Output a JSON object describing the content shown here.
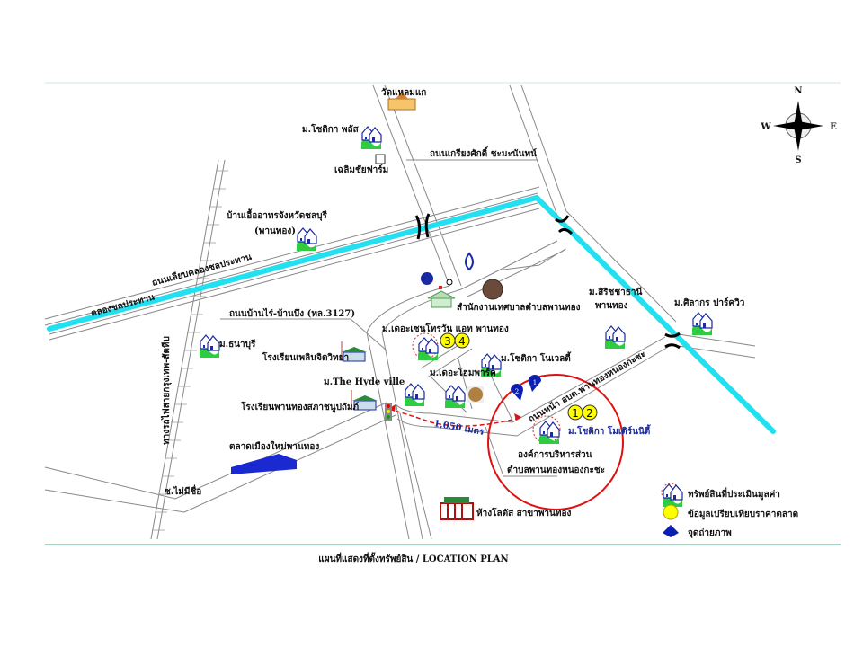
{
  "title": "แผนที่แสดงที่ตั้งทรัพย์สิน / LOCATION PLAN",
  "compass": {
    "n": "N",
    "s": "S",
    "e": "E",
    "w": "W"
  },
  "labels": {
    "wat": "วัดแหลมแก",
    "chotika_plus": "ม.โชติกา พลัส",
    "chalermchai_farm": "เฉลิมชัยฟาร์ม",
    "road_kriangsak": "ถนนเกรียงศักดิ์ ชะมะนันทน์",
    "baan_uea_1": "บ้านเอื้ออาทรจังหวัดชลบุรี",
    "baan_uea_2": "(พานทอง)",
    "road_canal": "ถนนเลียบคลองชลประทาน",
    "canal": "คลองชลประทาน",
    "road_3127": "ถนนบ้านไร่-บ้านบึง (ทล.3127)",
    "municipality": "สำนักงานเทศบาลตำบลพานทอง",
    "sirichatanee_1": "ม.สิริชชาธานี",
    "sirichatanee_2": "พานทอง",
    "silakorn": "ม.ศิลากร ปาร์ควิว",
    "thanaburi": "ม.ธนาบุรี",
    "centro": "ม.เดอะเซนโทรวัน แอท พานทอง",
    "school_1": "โรงเรียนเพลินจิตวิทยา",
    "chotika_novelty": "ม.โชติกา โนเวลตี้",
    "hyde": "ม.The Hyde ville",
    "homepark": "ม.เดอะโฮมพาร์ค",
    "school_2": "โรงเรียนพานทองสภาชนูปถัมภ์",
    "railway": "ทางรถไฟสายกรุงเทพ-สัตหีบ",
    "distance": "1,050 เมตร",
    "road_obt": "ถนนหน้า อบต.พานทองหนองกะชะ",
    "chotika_modern": "ม.โชติกา โมเดิร์นนิตี้",
    "obt_1": "องค์การบริหารส่วน",
    "obt_2": "ตำบลพานทองหนองกะชะ",
    "market": "ตลาดเมืองใหม่พานทอง",
    "soi": "ซ.ไม่มีชื่อ",
    "lotus": "ห้างโลตัส สาขาพานทอง"
  },
  "markers": {
    "comparables": [
      "1",
      "2",
      "3",
      "4"
    ],
    "photos": [
      "1",
      "2"
    ]
  },
  "legend": {
    "subject": "ทรัพย์สินที่ประเมินมูลค่า",
    "comparable": "ข้อมูลเปรียบเทียบราคาตลาด",
    "photo": "จุดถ่ายภาพ"
  },
  "colors": {
    "canal": "#22e0f0",
    "circle": "#e01010",
    "marker_yellow": "#ffff00",
    "photo_blue": "#0a1fb0",
    "frame_line": "#7fcfa8"
  }
}
